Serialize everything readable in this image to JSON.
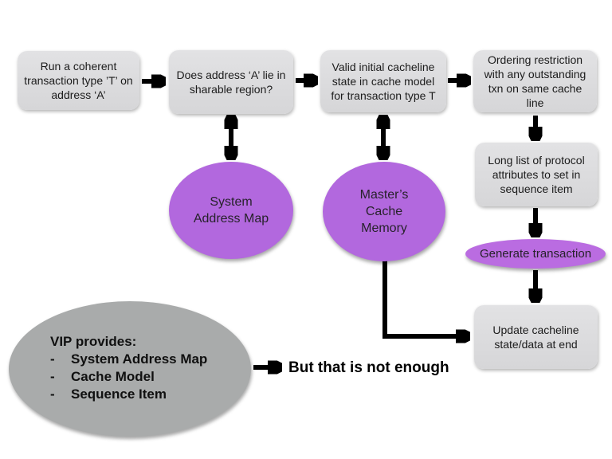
{
  "colors": {
    "background": "#ffffff",
    "box-fill": "#dcdcde",
    "ellipse-purple": "#b268de",
    "generate-purple": "#ba6ce1",
    "vip-gray": "#a9abab",
    "arrow-black": "#000000",
    "text": "#1c1c1c"
  },
  "flow": {
    "step1": "Run a coherent transaction type ’T’ on address ‘A’",
    "step2": "Does address ‘A’ lie in sharable region?",
    "step3": "Valid initial cacheline state in cache model for transaction type T",
    "step4": "Ordering restriction with any outstanding txn on same cache line",
    "step5": "Long list of protocol attributes to set in sequence item",
    "step6": "Update cacheline state/data at end"
  },
  "ellipses": {
    "system_address_map": "System Address Map",
    "masters_cache_memory": "Master’s Cache Memory",
    "generate_transaction": "Generate transaction"
  },
  "vip": {
    "title": "VIP provides:",
    "bullet": "-",
    "items": [
      "System Address Map",
      "Cache Model",
      "Sequence Item"
    ]
  },
  "note": {
    "text": "But that is not enough"
  }
}
